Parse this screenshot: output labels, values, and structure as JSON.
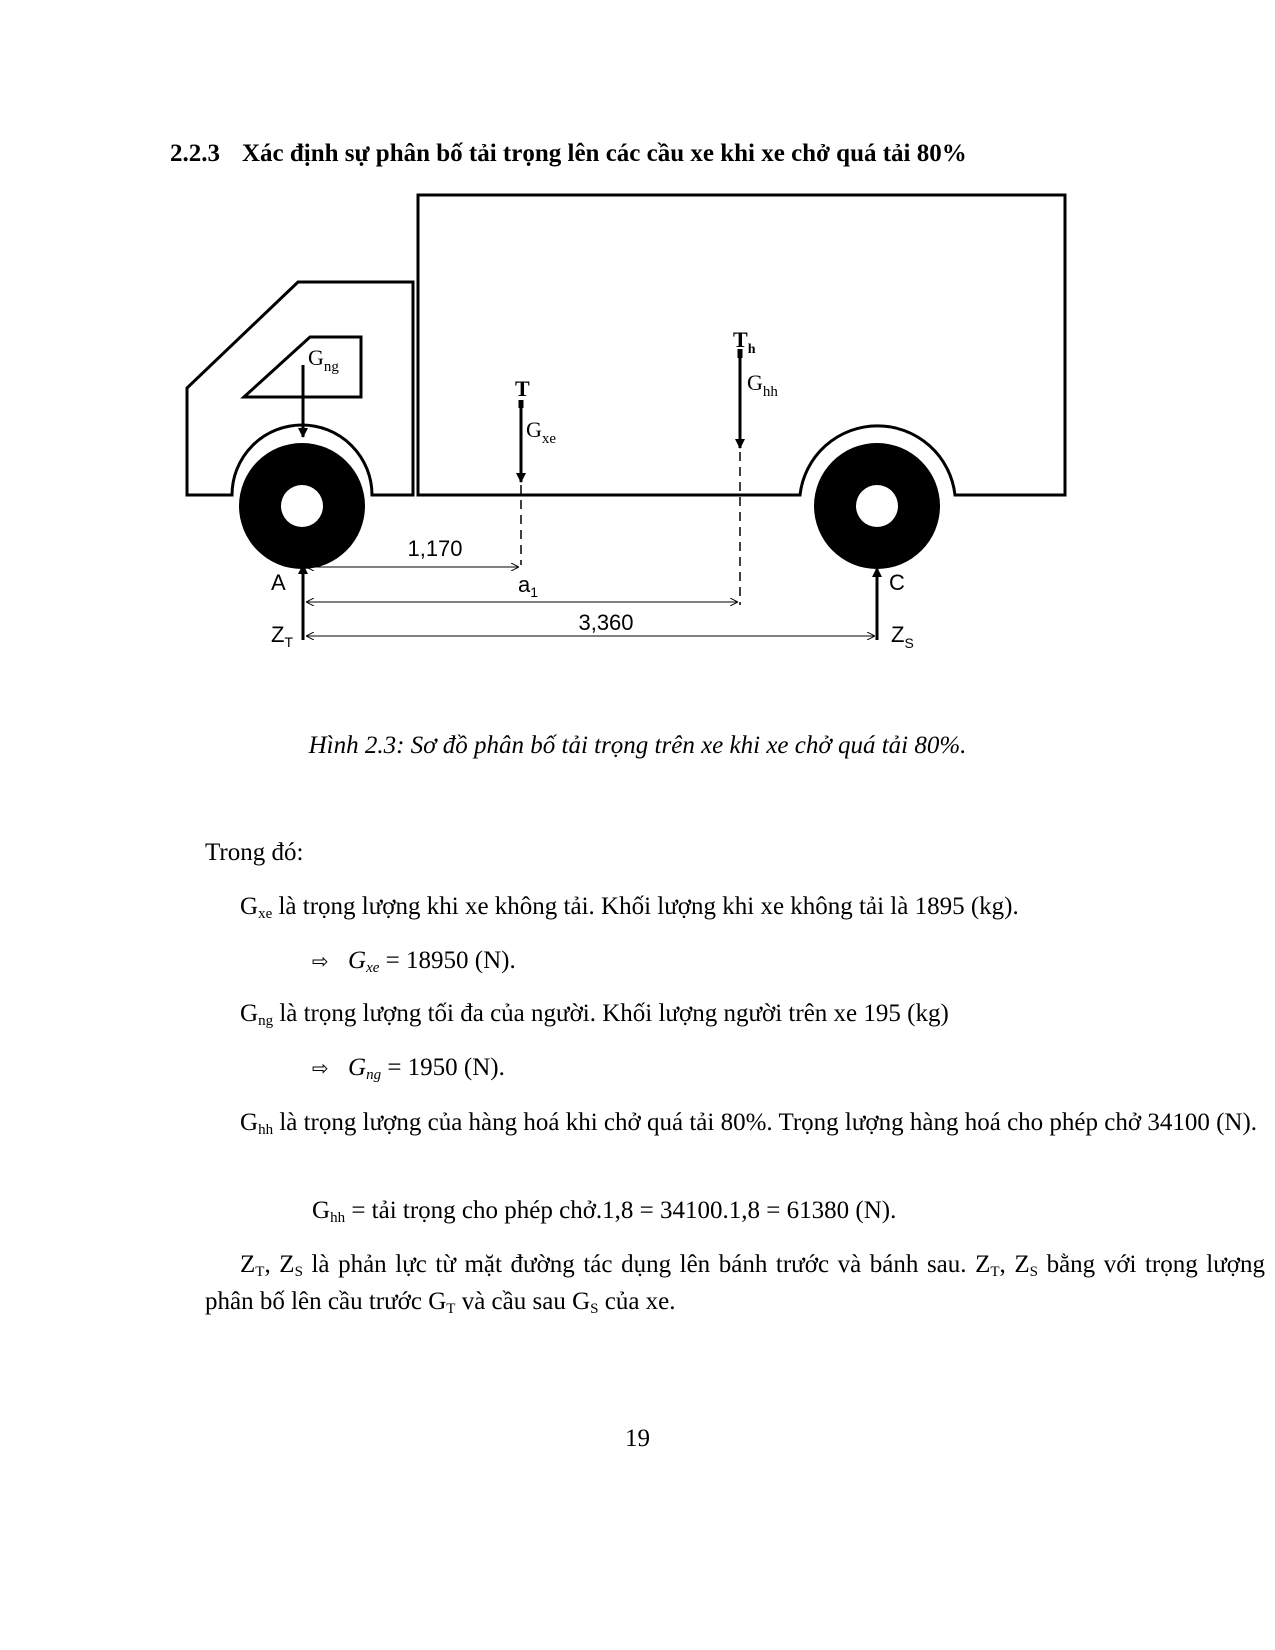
{
  "heading": {
    "number": "2.2.3",
    "title": "Xác định sự phân bố tải trọng lên các cầu xe khi xe chở quá tải 80%"
  },
  "figure": {
    "labels": {
      "g_ng": "G",
      "g_ng_sub": "ng",
      "g_xe": "G",
      "g_xe_sub": "xe",
      "g_hh": "G",
      "g_hh_sub": "hh",
      "t": "T",
      "th": "T",
      "th_sub": "h",
      "dim_a": "1,170",
      "dim_a1": "a",
      "dim_a1_sub": "1",
      "dim_l": "3,360",
      "point_a": "A",
      "point_c": "C",
      "z_t": "Z",
      "z_t_sub": "T",
      "z_s": "Z",
      "z_s_sub": "S"
    },
    "caption": "Hình 2.3: Sơ đồ phân bố tải trọng trên xe khi xe chở quá tải 80%."
  },
  "body": {
    "intro": "Trong đó:",
    "gxe": {
      "sym": "G",
      "sub": "xe",
      "text": " là trọng lượng khi xe không tải. Khối lượng khi xe không tải là 1895 (kg).",
      "result_sym": "G",
      "result_sub": "xe",
      "result_val": " = 18950 (N)."
    },
    "gng": {
      "sym": "G",
      "sub": "ng",
      "text": " là trọng lượng tối đa của người. Khối lượng người trên xe 195 (kg)",
      "result_sym": "G",
      "result_sub": "ng",
      "result_val": " = 1950 (N)."
    },
    "ghh": {
      "sym": "G",
      "sub": "hh",
      "text": " là trọng lượng của hàng hoá khi chở quá tải 80%. Trọng lượng hàng hoá cho phép chở 34100 (N).",
      "formula_sym": "G",
      "formula_sub": "hh",
      "formula_val": " = tải trọng cho phép chở.1,8 = 34100.1,8 = 61380 (N)."
    },
    "z": {
      "z": "Z",
      "t": "T",
      "sep": ", ",
      "s": "S",
      "text1": " là phản lực từ mặt đường tác dụng lên bánh trước và bánh sau. ",
      "text2": " bằng với trọng lượng phân bố lên cầu trước ",
      "g": "G",
      "text3": " và cầu sau ",
      "text4": " của xe."
    }
  },
  "page_number": "19"
}
